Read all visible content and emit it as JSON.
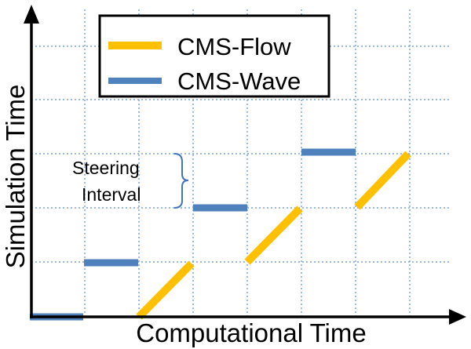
{
  "diagram": {
    "xlabel": "Computational Time",
    "ylabel": "Simulation Time",
    "legend": [
      {
        "label": "CMS-Flow",
        "color": "#ffc000"
      },
      {
        "label": "CMS-Wave",
        "color": "#4f81bd"
      }
    ],
    "annotation": {
      "line1": "Steering",
      "line2": "Interval"
    },
    "colors": {
      "axis": "#000000",
      "grid": "#5b8fd0",
      "flow": "#ffc000",
      "wave": "#4f81bd",
      "brace": "#4472c4"
    }
  }
}
